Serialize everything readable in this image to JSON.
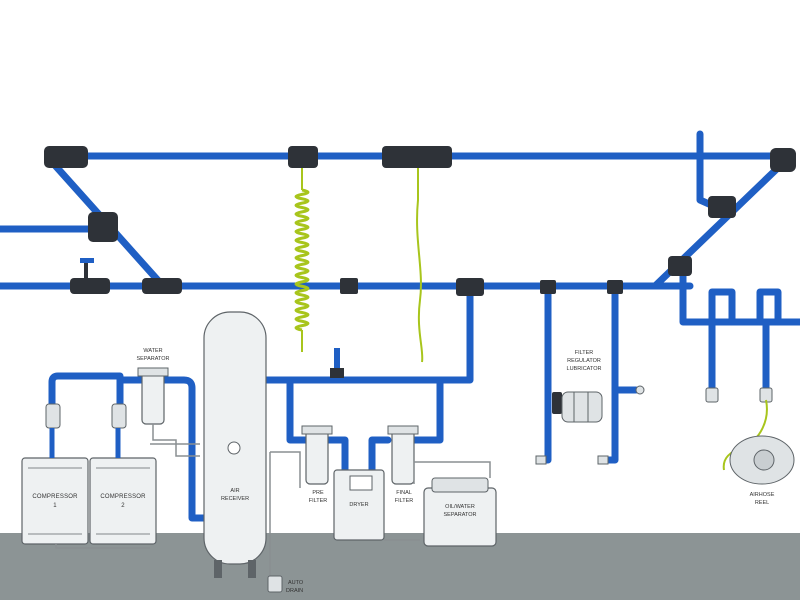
{
  "colors": {
    "pipe": "#1f5fc4",
    "pipe_highlight": "#6fa0e8",
    "fitting": "#2e3238",
    "floor": "#8c9495",
    "equipment_fill": "#eef1f2",
    "equipment_stroke": "#5e6468",
    "hose": "#a8c51c",
    "drain_line": "#8a8f92"
  },
  "labels": {
    "water_separator": [
      "WATER",
      "SEPARATOR"
    ],
    "compressor_1": [
      "COMPRESSOR",
      "1"
    ],
    "compressor_2": [
      "COMPRESSOR",
      "2"
    ],
    "air_receiver": [
      "AIR",
      "RECEIVER"
    ],
    "pre_filter": [
      "PRE",
      "FILTER"
    ],
    "dryer": [
      "DRYER"
    ],
    "final_filter": [
      "FINAL",
      "FILTER"
    ],
    "oil_water_separator": [
      "OIL/WATER",
      "SEPARATOR"
    ],
    "filter_regulator_lubricator": [
      "FILTER",
      "REGULATOR",
      "LUBRICATOR"
    ],
    "auto_drain": [
      "AUTO",
      "DRAIN"
    ],
    "airhose_reel": [
      "AIRHOSE",
      "REEL"
    ]
  },
  "icons": {
    "ball_valve": "ball-valve-icon",
    "hose_reel": "hose-reel-icon",
    "pressure_gauge": "pressure-gauge-icon"
  }
}
